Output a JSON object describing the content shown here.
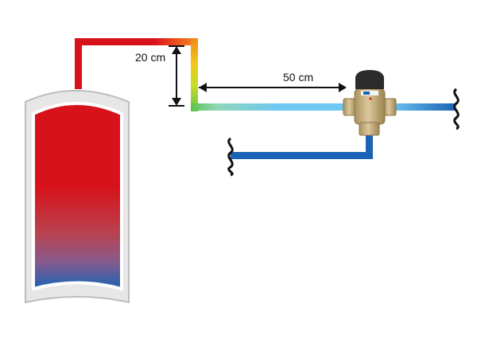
{
  "labels": {
    "vertical_distance": "20 cm",
    "horizontal_distance": "50 cm"
  },
  "colors": {
    "hot": "#d8121a",
    "transition_orange": "#f18a1c",
    "transition_yellow": "#f0e21a",
    "transition_green": "#5cc44a",
    "cold_light": "#6ec7f3",
    "cold": "#1a63b5",
    "tank_shell": "#e7e7e7",
    "tank_outline": "#bdbdbd",
    "valve_brass": "#c9b183",
    "valve_cap": "#2b2b2b",
    "dimension_line": "#111111"
  },
  "components": {
    "tank": "storage-water-heater",
    "valve": "thermostatic-mixing-valve",
    "pipe_ends": "break-symbol"
  }
}
